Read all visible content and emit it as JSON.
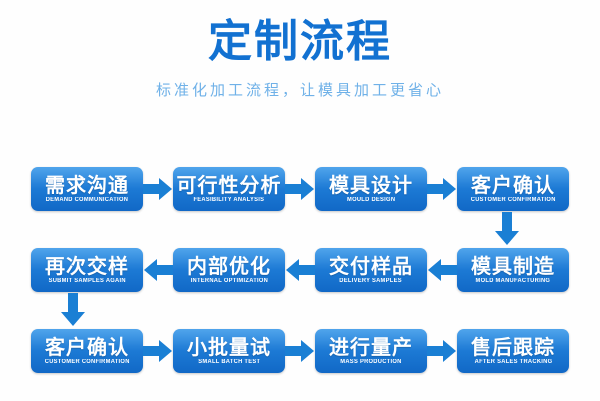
{
  "header": {
    "title": "定制流程",
    "subtitle": "标准化加工流程，让模具加工更省心",
    "title_color": "#1271d1",
    "subtitle_color": "#6fb1e8"
  },
  "theme": {
    "box_gradient_top": "#2f93e8",
    "box_gradient_bottom": "#1168c6",
    "arrow_color": "#1a7fd4",
    "background": "#ffffff",
    "text_color": "#ffffff"
  },
  "flow": {
    "rows": [
      {
        "direction": "left-to-right",
        "steps": [
          {
            "cn": "需求沟通",
            "en": "DEMAND COMMUNICATION"
          },
          {
            "cn": "可行性分析",
            "en": "FEASIBILITY ANALYSIS"
          },
          {
            "cn": "模具设计",
            "en": "MOULD DESIGN"
          },
          {
            "cn": "客户确认",
            "en": "CUSTOMER CONFIRMATION"
          }
        ]
      },
      {
        "direction": "right-to-left",
        "steps": [
          {
            "cn": "模具制造",
            "en": "MOLD MANUFACTURING"
          },
          {
            "cn": "交付样品",
            "en": "DELIVERY SAMPLES"
          },
          {
            "cn": "内部优化",
            "en": "INTERNAL OPTIMIZATION"
          },
          {
            "cn": "再次交样",
            "en": "SUBMIT SAMPLES AGAIN"
          }
        ]
      },
      {
        "direction": "left-to-right",
        "steps": [
          {
            "cn": "客户确认",
            "en": "CUSTOMER CONFIRMATION"
          },
          {
            "cn": "小批量试",
            "en": "SMALL BATCH TEST"
          },
          {
            "cn": "进行量产",
            "en": "MASS PRODUCTION"
          },
          {
            "cn": "售后跟踪",
            "en": "AFTER SALES TRACKING"
          }
        ]
      }
    ],
    "connectors": [
      {
        "name": "row1-to-row2",
        "direction": "down",
        "side": "right"
      },
      {
        "name": "row2-to-row3",
        "direction": "down",
        "side": "left"
      }
    ]
  }
}
